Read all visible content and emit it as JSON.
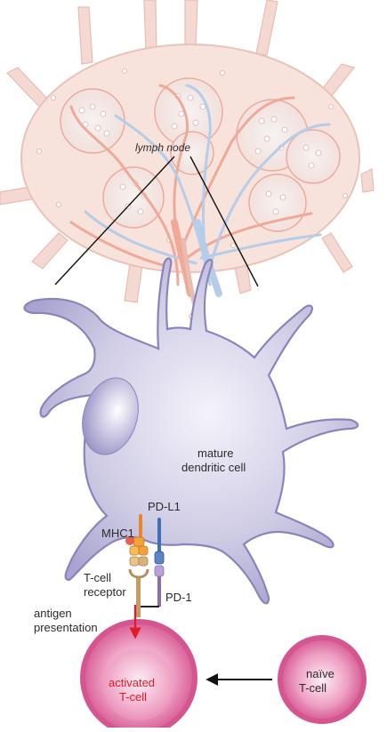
{
  "figure": {
    "lymph_node_label": "lymph node",
    "dendritic_cell_label_line1": "mature",
    "dendritic_cell_label_line2": "dendritic cell",
    "pdl1_label": "PD-L1",
    "mhc1_label": "MHC1",
    "tcr_label_line1": "T-cell",
    "tcr_label_line2": "receptor",
    "pd1_label": "PD-1",
    "antigen_label_line1": "antigen",
    "antigen_label_line2": "presentation",
    "activated_label_line1": "activated",
    "activated_label_line2": "T-cell",
    "naive_label_line1": "naïve",
    "naive_label_line2": "T-cell"
  },
  "colors": {
    "lymph_fill": "#f6dcd6",
    "lymph_follicle": "#f3c2b8",
    "vessel_red": "#ee9b86",
    "vessel_blue": "#a9c5e6",
    "dendritic_fill": "#c3c0dd",
    "dendritic_outline": "#8a84bd",
    "tcell_outer": "#d45592",
    "tcell_inner": "#f1b4d0",
    "activation_red": "#e01a2b",
    "mhc_orange": "#f2a33a",
    "pdl1_blue": "#3f6fb5",
    "pd1_purple": "#8e6bb0"
  }
}
